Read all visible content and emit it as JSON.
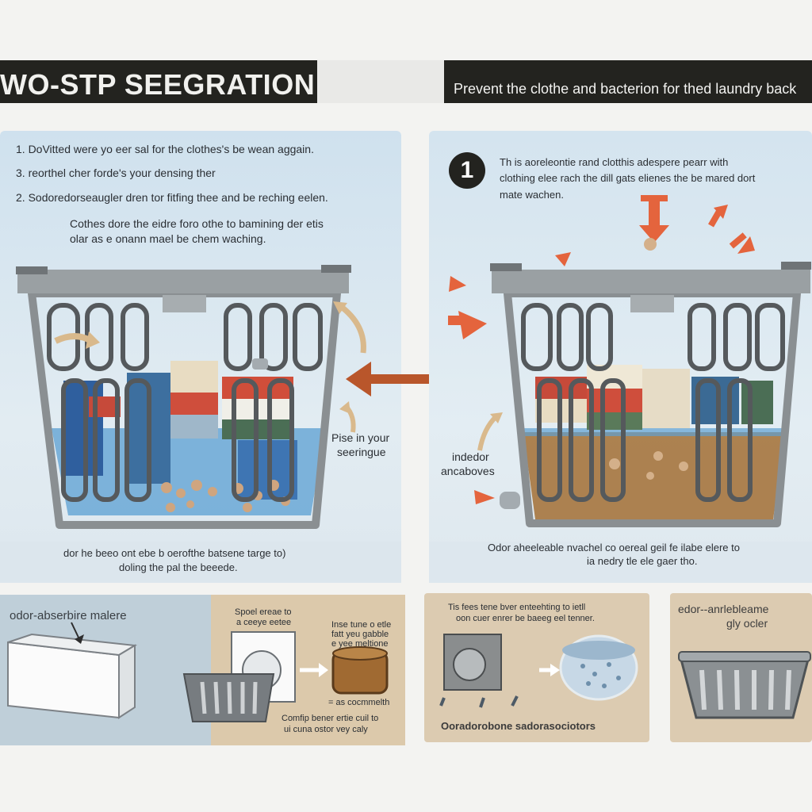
{
  "header": {
    "title": "WO-STP SEEGRATION",
    "subtitle": "Prevent the clothe and bacterion for thed laundry back"
  },
  "left_panel": {
    "items": [
      "1.   DoVitted were yo eer sal for the clothes's be wean aggain.",
      "3.   reorthel cher forde's your densing ther",
      "2.   Sodoredorseaugler dren tor fitfing thee and be reching eelen."
    ],
    "note_line1": "Cothes dore the eidre foro othe to bamining der etis",
    "note_line2": "olar as e onann mael be chem waching.",
    "footer_line1": "dor he beeo ont ebe b oerofthe batsene targe to)",
    "footer_line2": "doling the pal the beeede."
  },
  "center_label": {
    "line1": "Pise in your",
    "line2": "seeringue"
  },
  "right_panel": {
    "step_number": "1",
    "desc_line1": "Th is aoreleontie rand clotthis adespere pearr with",
    "desc_line2": "clothing elee rach the dill gats elienes the be mared dort",
    "desc_line3": "mate wachen.",
    "label_line1": "indedor",
    "label_line2": "ancaboves",
    "footer_line1": "Odor aheeleable nvachel co oereal geil fe ilabe elere to",
    "footer_line2": "ia nedry tle ele gaer tho."
  },
  "bottom_left": {
    "title": "odor-abserbire malere",
    "tag1_line1": "Spoel ereae to",
    "tag1_line2": "a ceeye eetee",
    "tag2_line1": "Inse tune o etle",
    "tag2_line2": "fatt yeu gabble",
    "tag2_line3": "e yee meltione",
    "tag3": "= as cocmmelth",
    "caption_line1": "Comfip bener ertie cuil to",
    "caption_line2": "ui cuna ostor vey caly"
  },
  "bottom_mid": {
    "line1": "Tis fees tene bver enteehting to ietll",
    "line2": "oon cuer enrer be baeeg eel tenner.",
    "caption": "Ooradorobone sadorasociotors"
  },
  "bottom_right": {
    "line1": "edor--anrlebleame",
    "line2": "gly ocler"
  },
  "colors": {
    "header_bar": "#23231f",
    "basket_gray": "#7d8285",
    "arrow_orange": "#e4643d",
    "arrow_brown": "#b9562b",
    "water_blue": "#5e9fd0",
    "dirty_water": "#a6763e"
  }
}
